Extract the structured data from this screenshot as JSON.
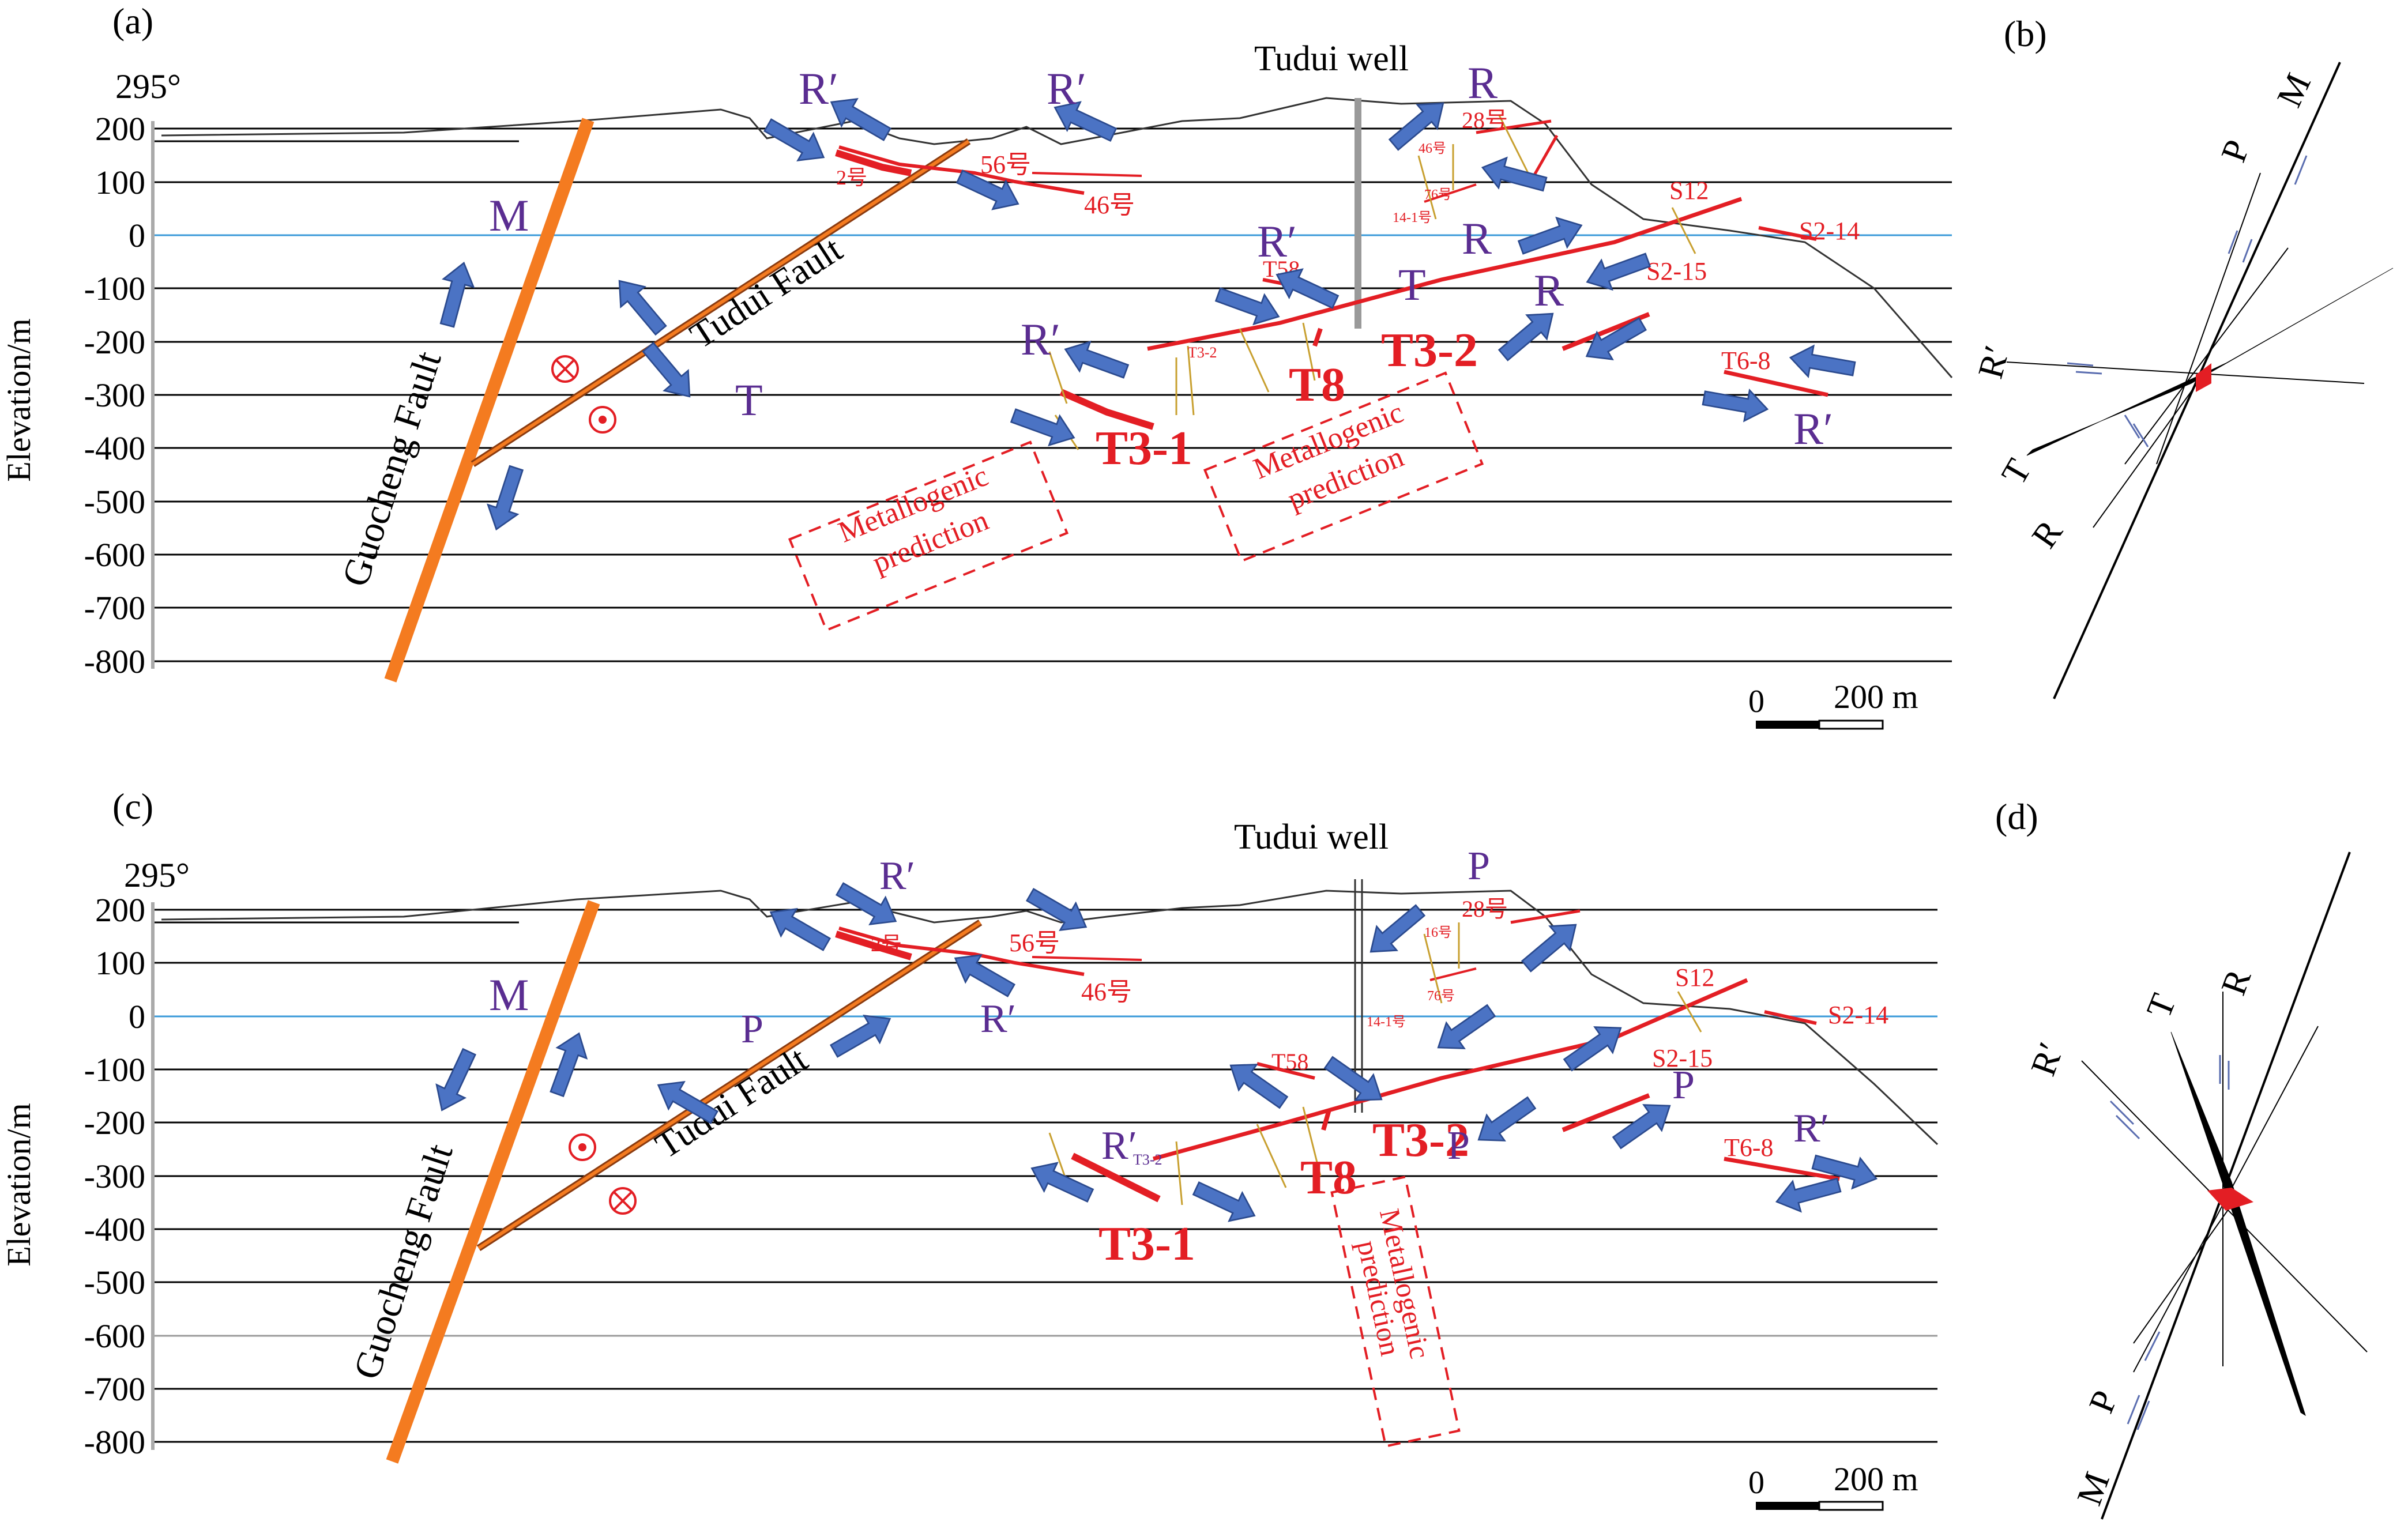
{
  "panels": {
    "a": {
      "label": "(a)",
      "azimuth": "295°",
      "ylabel": "Elevation/m",
      "yticks": [
        "200",
        "100",
        "0",
        "-100",
        "-200",
        "-300",
        "-400",
        "-500",
        "-600",
        "-700",
        "-800"
      ],
      "well": "Tudui well",
      "guocheng": "Guocheng Fault",
      "tudui": "Tudui Fault",
      "scale_zero": "0",
      "scale_len": "200 m",
      "ore_t31": "T3-1",
      "ore_t8": "T8",
      "ore_t32": "T3-2",
      "vein_2": "2号",
      "vein_56": "56号",
      "vein_46": "46号",
      "vein_28": "28号",
      "vein_46b": "46号",
      "vein_76": "76号",
      "vein_14": "14-1号",
      "vein_t58": "T58",
      "vein_t32s": "T3-2",
      "vein_s12": "S12",
      "vein_s214": "S2-14",
      "vein_s215": "S2-15",
      "vein_t68": "T6-8",
      "pred1a": "Metallogenic",
      "pred1b": "prediction",
      "pred2a": "Metallogenic",
      "pred2b": "prediction",
      "lbl_m": "M",
      "lbl_t1": "T",
      "lbl_t2": "T",
      "lbl_r1": "R′",
      "lbl_r2": "R′",
      "lbl_r3": "R′",
      "lbl_r4": "R′",
      "lbl_r5": "R′",
      "lbl_rr1": "R",
      "lbl_rr2": "R",
      "lbl_rr3": "R"
    },
    "b": {
      "label": "(b)",
      "lbl_m": "M",
      "lbl_p": "P",
      "lbl_r1": "R′",
      "lbl_t": "T",
      "lbl_r": "R"
    },
    "c": {
      "label": "(c)",
      "azimuth": "295°",
      "ylabel": "Elevation/m",
      "yticks": [
        "200",
        "100",
        "0",
        "-100",
        "-200",
        "-300",
        "-400",
        "-500",
        "-600",
        "-700",
        "-800"
      ],
      "well": "Tudui well",
      "guocheng": "Guocheng Fault",
      "tudui": "Tudui Fault",
      "scale_zero": "0",
      "scale_len": "200 m",
      "ore_t31": "T3-1",
      "ore_t8": "T8",
      "ore_t32": "T3-2",
      "vein_2": "2号",
      "vein_56": "56号",
      "vein_46": "46号",
      "vein_28": "28号",
      "vein_16": "16号",
      "vein_76": "76号",
      "vein_14": "14-1号",
      "vein_t58": "T58",
      "vein_s12": "S12",
      "vein_s214": "S2-14",
      "vein_s215": "S2-15",
      "vein_t68": "T6-8",
      "pred_a": "Metallogenic",
      "pred_b": "prediction",
      "lbl_m": "M",
      "lbl_p1": "P",
      "lbl_p2": "P",
      "lbl_p3": "P",
      "lbl_p4": "P",
      "lbl_r1": "R′",
      "lbl_r2": "R′",
      "lbl_r3": "R′",
      "lbl_r3sub": "T3-2",
      "lbl_r4": "R′"
    },
    "d": {
      "label": "(d)",
      "lbl_r1": "R′",
      "lbl_t": "T",
      "lbl_r": "R",
      "lbl_p": "P",
      "lbl_m": "M"
    }
  },
  "colors": {
    "fault": "#f47b20",
    "ore": "#e31e24",
    "arrow_fill": "#4b73c4",
    "arrow_edge": "#2b4a8e",
    "stress_label": "#5a2d91",
    "zero_line": "#3a9ad9",
    "grid": "#000000"
  }
}
